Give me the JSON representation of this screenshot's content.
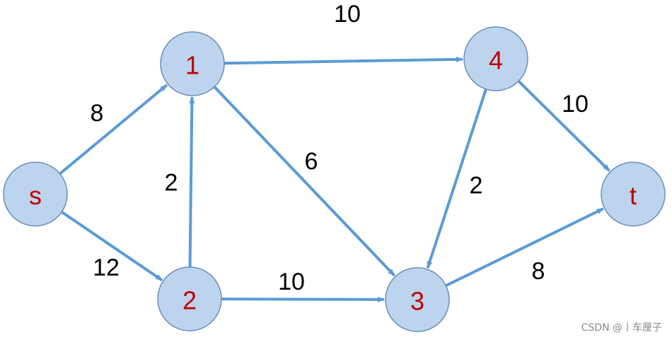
{
  "graph": {
    "edge_color": "#5b9bd5",
    "node_fill": "#bcd4ee",
    "node_label_color": "#c00000",
    "nodes": [
      {
        "id": "s",
        "label": "s"
      },
      {
        "id": "1",
        "label": "1"
      },
      {
        "id": "2",
        "label": "2"
      },
      {
        "id": "3",
        "label": "3"
      },
      {
        "id": "4",
        "label": "4"
      },
      {
        "id": "t",
        "label": "t"
      }
    ],
    "edges": [
      {
        "from": "s",
        "to": "1",
        "weight": "8"
      },
      {
        "from": "s",
        "to": "2",
        "weight": "12"
      },
      {
        "from": "2",
        "to": "1",
        "weight": "2"
      },
      {
        "from": "1",
        "to": "4",
        "weight": "10"
      },
      {
        "from": "1",
        "to": "3",
        "weight": "6"
      },
      {
        "from": "2",
        "to": "3",
        "weight": "10"
      },
      {
        "from": "4",
        "to": "3",
        "weight": "2"
      },
      {
        "from": "4",
        "to": "t",
        "weight": "10"
      },
      {
        "from": "3",
        "to": "t",
        "weight": "8"
      }
    ]
  },
  "watermark": "CSDN @丨车厘子"
}
